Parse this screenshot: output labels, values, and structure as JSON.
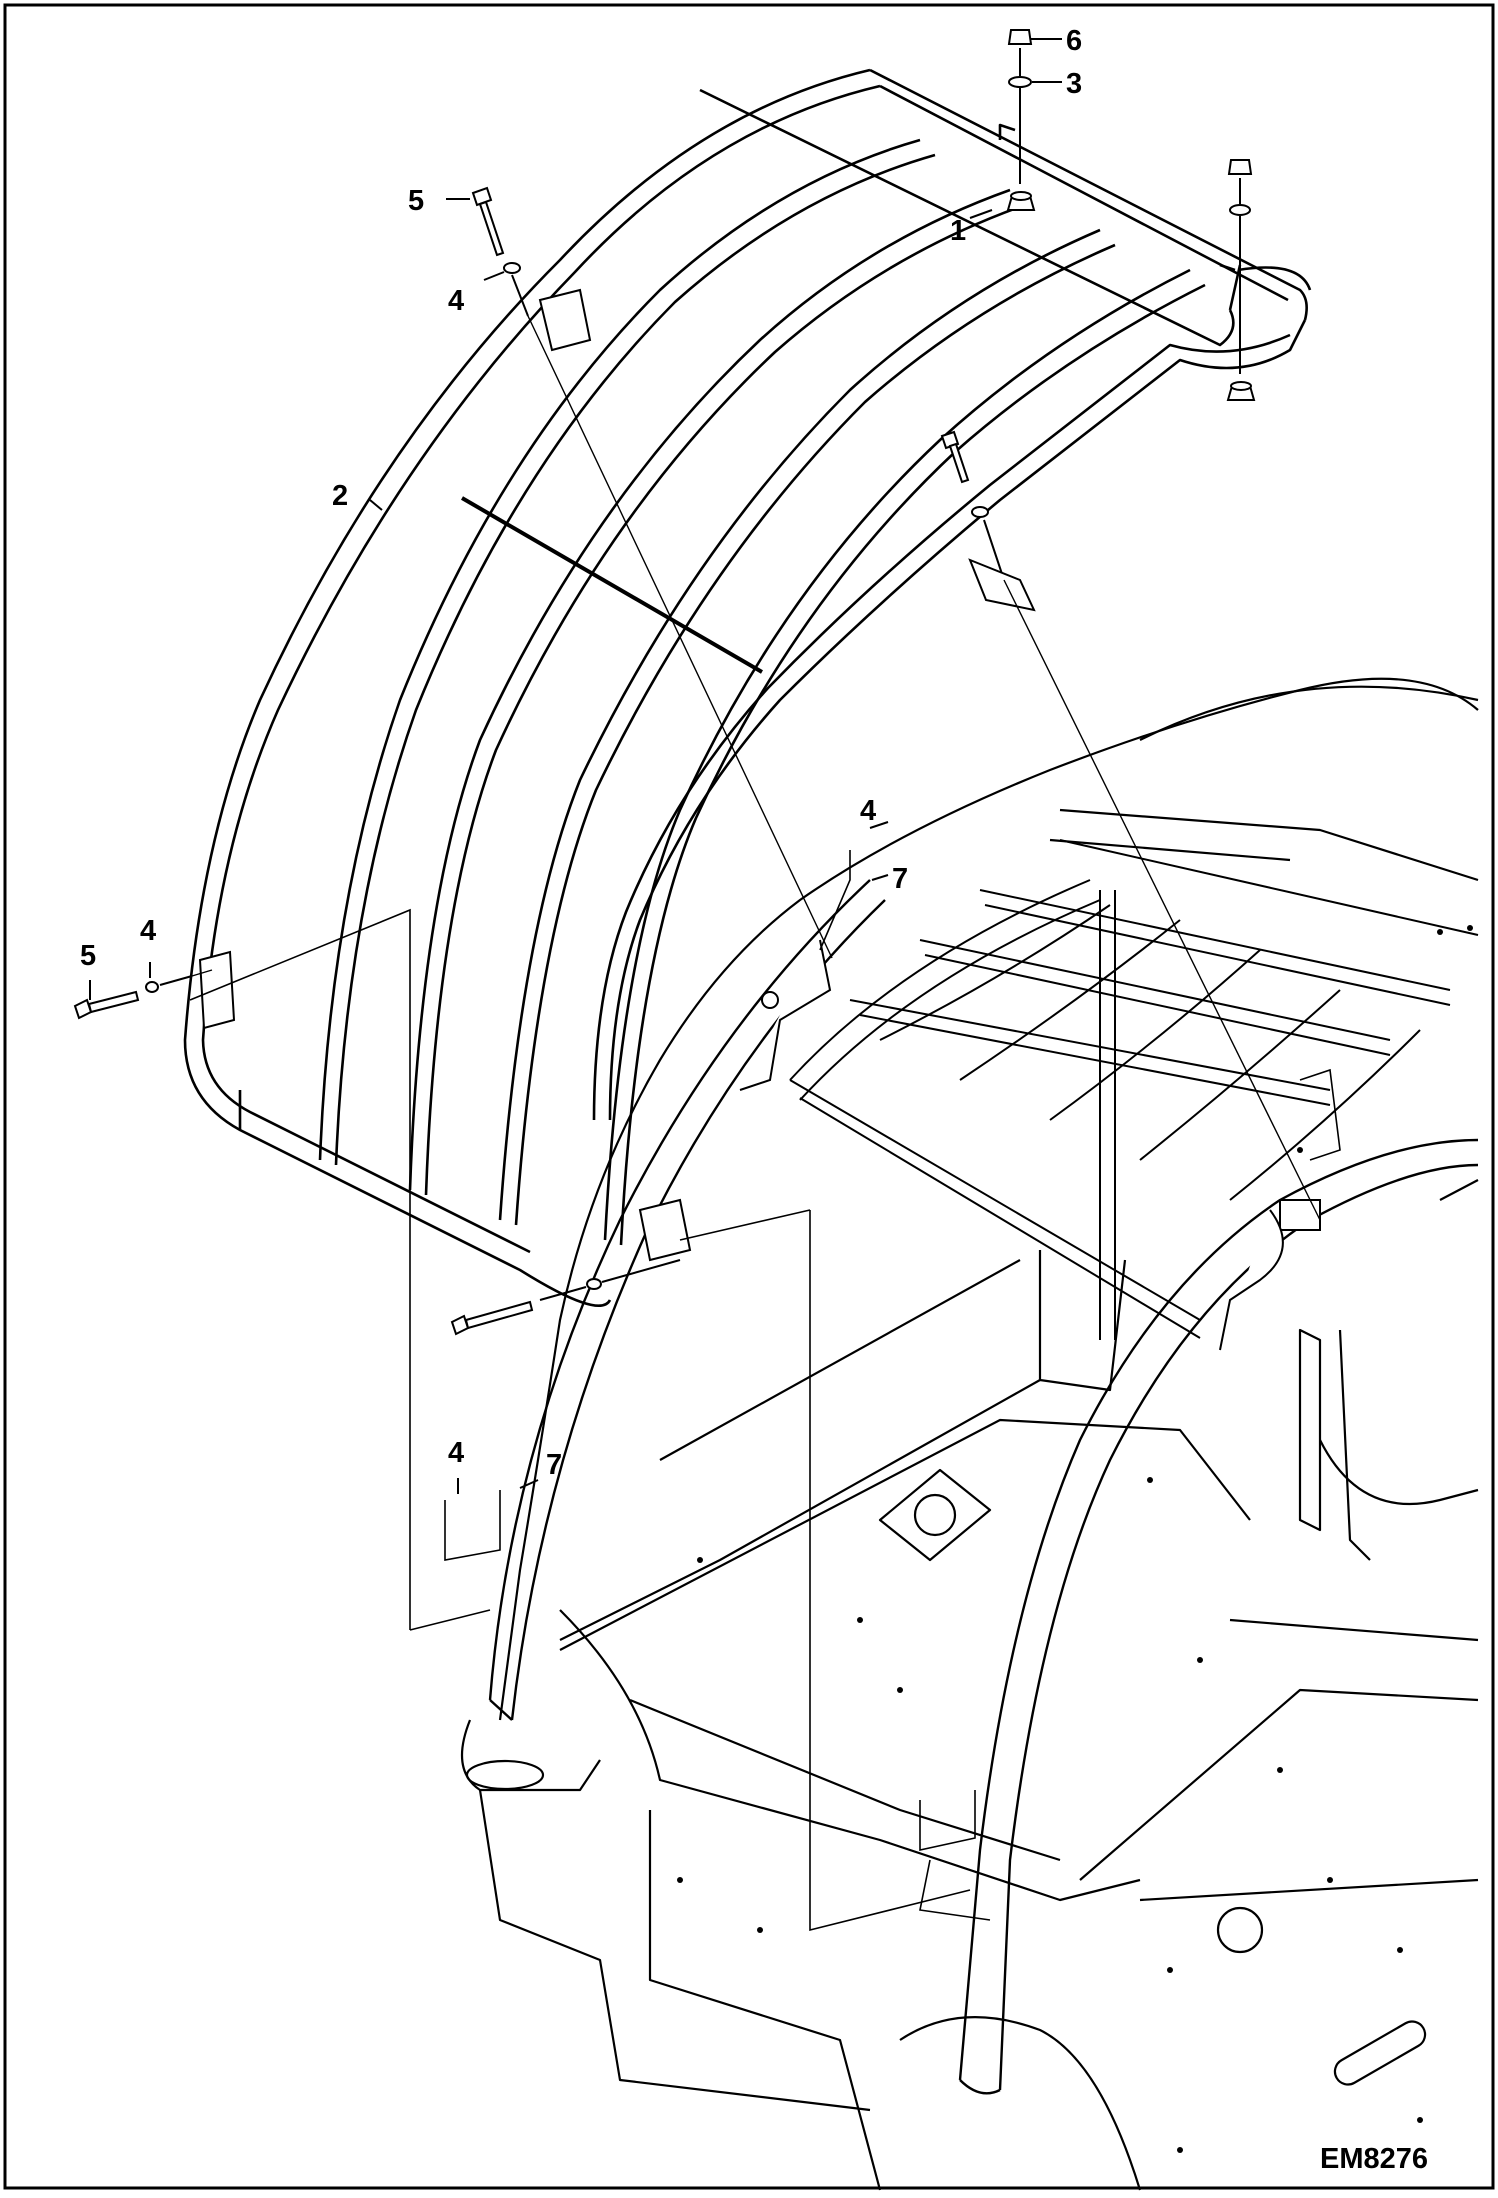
{
  "figure": {
    "id": "EM8276"
  },
  "callouts": [
    {
      "key": "6a",
      "label": "6"
    },
    {
      "key": "3a",
      "label": "3"
    },
    {
      "key": "1a",
      "label": "1"
    },
    {
      "key": "5a",
      "label": "5"
    },
    {
      "key": "4a",
      "label": "4"
    },
    {
      "key": "2a",
      "label": "2"
    },
    {
      "key": "4b",
      "label": "4"
    },
    {
      "key": "7a",
      "label": "7"
    },
    {
      "key": "5b",
      "label": "5"
    },
    {
      "key": "4c",
      "label": "4"
    },
    {
      "key": "4d",
      "label": "4"
    },
    {
      "key": "7b",
      "label": "7"
    }
  ]
}
